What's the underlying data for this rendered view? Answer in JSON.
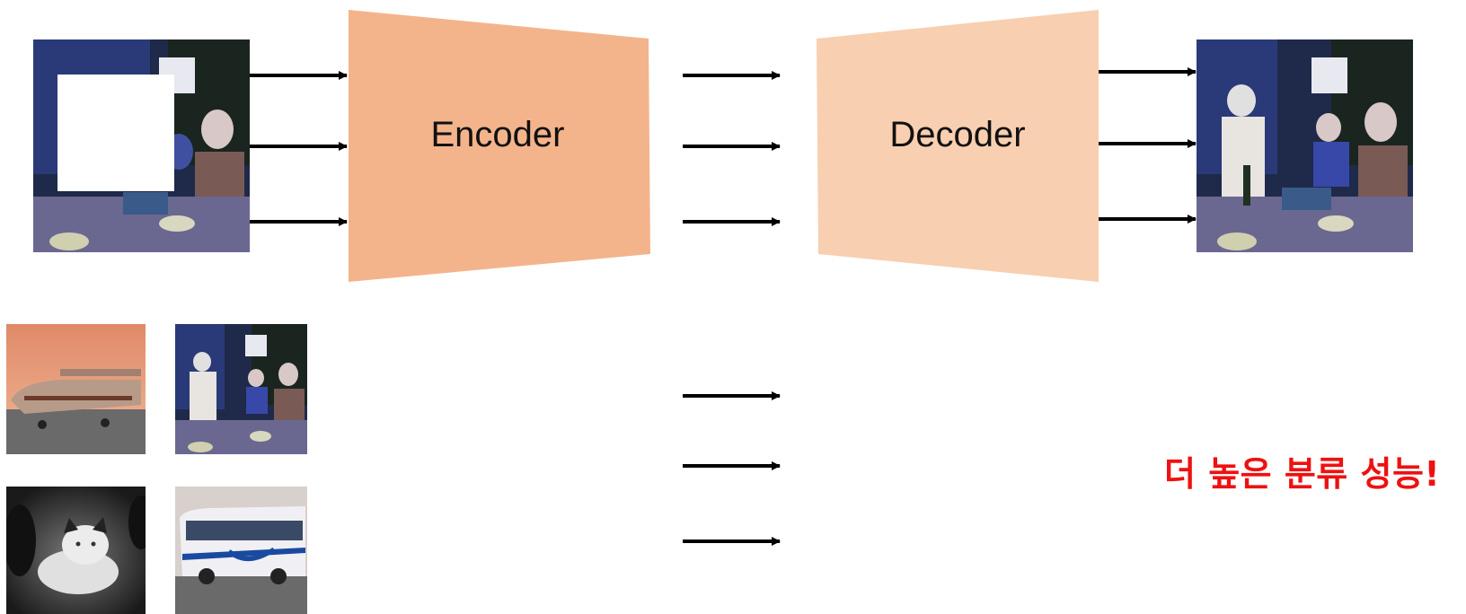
{
  "encoder": {
    "label": "Encoder",
    "color": "#f4b48b"
  },
  "decoder": {
    "label": "Decoder",
    "color": "#f8cfb0"
  },
  "result": {
    "text": "더 높은 분류 성능!",
    "color": "#ee1111"
  },
  "images": {
    "input": "masked-dinner-photo-icon",
    "output": "reconstructed-dinner-photo-icon",
    "dataset": [
      "airplane-photo-icon",
      "dinner-photo-icon",
      "cat-photo-icon",
      "bus-photo-icon"
    ]
  }
}
